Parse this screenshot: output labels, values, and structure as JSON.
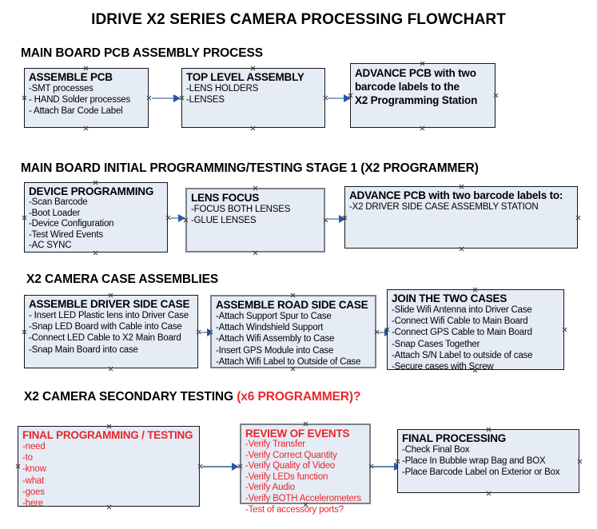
{
  "document": {
    "title": "IDRIVE X2  SERIES CAMERA PROCESSING FLOWCHART",
    "background_color": "#ffffff",
    "box_fill_color": "#e6ecf5",
    "box_border_color": "#15181c",
    "box_border_color_alt": "#7d8186",
    "accent_red": "#e8262c",
    "arrow_color": "#8ba9c4",
    "arrow_head_color": "#2d56a8"
  },
  "sections": [
    {
      "id": "main-board-pcb-assembly",
      "heading": "MAIN BOARD PCB ASSEMBLY PROCESS",
      "heading_accent": "",
      "boxes": [
        {
          "id": "assemble-pcb",
          "title": "ASSEMBLE PCB",
          "title_color": "#000000",
          "items": [
            "-SMT processes",
            "- HAND Solder processes",
            "- Attach Bar Code Label"
          ]
        },
        {
          "id": "top-level-assembly",
          "title": "TOP LEVEL ASSEMBLY",
          "title_color": "#000000",
          "items": [
            "-LENS HOLDERS",
            "-LENSES"
          ]
        },
        {
          "id": "advance-pcb-to-x2-programming-station",
          "title_lines": [
            "ADVANCE PCB with two",
            "barcode labels to the",
            " X2 Programming Station"
          ],
          "title_color": "#000000",
          "items": []
        }
      ],
      "arrows": 2
    },
    {
      "id": "main-board-initial-programming",
      "heading": "MAIN BOARD INITIAL PROGRAMMING/TESTING STAGE 1 (X2 PROGRAMMER)",
      "heading_accent": "",
      "boxes": [
        {
          "id": "device-programming",
          "title": "DEVICE PROGRAMMING",
          "title_color": "#000000",
          "items": [
            "-Scan Barcode",
            "-Boot Loader",
            "-Device Configuration",
            "-Test Wired Events",
            "-AC SYNC"
          ]
        },
        {
          "id": "lens-focus",
          "title": "LENS FOCUS",
          "title_color": "#000000",
          "items": [
            "-FOCUS BOTH LENSES",
            "-GLUE LENSES"
          ]
        },
        {
          "id": "advance-pcb-to-driver-side-case-station",
          "title": "ADVANCE PCB with two barcode labels to:",
          "title_color": "#000000",
          "items": [
            "-X2 DRIVER  SIDE  CASE  ASSEMBLY STATION"
          ]
        }
      ],
      "arrows": 2
    },
    {
      "id": "x2-camera-case-assemblies",
      "heading": "X2 CAMERA CASE ASSEMBLIES",
      "heading_accent": "",
      "boxes": [
        {
          "id": "assemble-driver-side-case",
          "title": "ASSEMBLE DRIVER SIDE CASE",
          "title_color": "#000000",
          "items": [
            "- Insert LED Plastic lens into Driver Case",
            "-Snap LED Board with Cable into Case",
            "-Connect LED Cable to X2 Main Board",
            "-Snap Main Board into case"
          ]
        },
        {
          "id": "assemble-road-side-case",
          "title": "ASSEMBLE ROAD SIDE CASE",
          "title_color": "#000000",
          "items": [
            "-Attach Support Spur to Case",
            "-Attach Windshield Support",
            "-Attach Wifi Assembly to Case",
            "-Insert GPS Module into Case",
            "-Attach Wifi Label to Outside of Case"
          ]
        },
        {
          "id": "join-the-two-cases",
          "title": "JOIN THE TWO CASES",
          "title_color": "#000000",
          "items": [
            "-Slide Wifi Antenna into Driver Case",
            "-Connect Wifi Cable to Main Board",
            "-Connect GPS Cable to Main Board",
            "-Snap Cases Together",
            "-Attach S/N Label to outside of case",
            "-Secure cases with Screw"
          ]
        }
      ],
      "arrows": 2
    },
    {
      "id": "x2-camera-secondary-testing",
      "heading": "X2 CAMERA SECONDARY TESTING ",
      "heading_accent": "(x6 PROGRAMMER)?",
      "boxes": [
        {
          "id": "final-programming-testing",
          "title": "FINAL PROGRAMMING / TESTING",
          "title_color": "#e8262c",
          "items": [
            "-need",
            "-to",
            "-know",
            "-what",
            "-goes",
            "-here"
          ]
        },
        {
          "id": "review-of-events",
          "title": "REVIEW OF EVENTS",
          "title_color": "#e8262c",
          "items": [
            "-Verify Transfer",
            "-Verify Correct Quantity",
            "-Verify Quality of Video",
            "-Verify LEDs function",
            "-Verify Audio",
            "-Verify BOTH Accelerometers",
            "-Test of accessory ports?"
          ]
        },
        {
          "id": "final-processing",
          "title": "FINAL PROCESSING",
          "title_color": "#000000",
          "items": [
            " -Check Final Box",
            "-Place In Bubble wrap Bag and BOX",
            "-Place Barcode Label on Exterior or Box"
          ]
        }
      ],
      "arrows": 2
    }
  ]
}
